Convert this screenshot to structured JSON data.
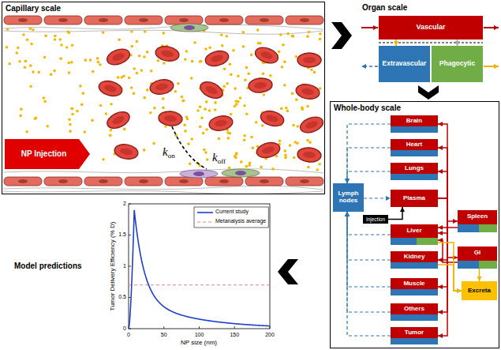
{
  "diagram": {
    "nodes": [
      {
        "text": [
          "Capillary scale"
        ]
      },
      {
        "text": [
          "NP Injection"
        ],
        "in": 0
      },
      {
        "text": [
          "Organ scale"
        ]
      },
      {
        "text": [
          "Vascular"
        ],
        "in": 2
      },
      {
        "text": [
          "Extravascular"
        ],
        "in": 2
      },
      {
        "text": [
          "Phagocytic"
        ],
        "in": 2
      },
      {
        "text": [
          "Whole-body scale"
        ]
      },
      {
        "text": [
          "Brain"
        ],
        "in": 6
      },
      {
        "text": [
          "Heart"
        ],
        "in": 6
      },
      {
        "text": [
          "Lungs"
        ],
        "in": 6
      },
      {
        "text": [
          "Lymph nodes"
        ],
        "in": 6
      },
      {
        "text": [
          "Plasma"
        ],
        "in": 6
      },
      {
        "text": [
          "Injection"
        ],
        "in": 6
      },
      {
        "text": [
          "Spleen"
        ],
        "in": 6
      },
      {
        "text": [
          "Liver"
        ],
        "in": 6
      },
      {
        "text": [
          "GI"
        ],
        "in": 6
      },
      {
        "text": [
          "Kidney"
        ],
        "in": 6
      },
      {
        "text": [
          "Excreta"
        ],
        "in": 6
      },
      {
        "text": [
          "Muscle"
        ],
        "in": 6
      },
      {
        "text": [
          "Others"
        ],
        "in": 6
      },
      {
        "text": [
          "Tumor"
        ],
        "in": 6
      }
    ],
    "edges": [
      {
        "from": 3,
        "to": 4,
        "arrow": "to"
      },
      {
        "from": 3,
        "to": 5,
        "arrow": "to"
      },
      {
        "from": 12,
        "to": 11,
        "arrow": "to"
      },
      {
        "from": 11,
        "to": 7,
        "arrow": "to"
      },
      {
        "from": 11,
        "to": 8,
        "arrow": "to"
      },
      {
        "from": 11,
        "to": 9,
        "arrow": "to"
      },
      {
        "from": 11,
        "to": 13,
        "arrow": "to"
      },
      {
        "from": 11,
        "to": 14,
        "arrow": "to"
      },
      {
        "from": 11,
        "to": 15,
        "arrow": "to"
      },
      {
        "from": 11,
        "to": 16,
        "arrow": "to"
      },
      {
        "from": 11,
        "to": 18,
        "arrow": "to"
      },
      {
        "from": 11,
        "to": 19,
        "arrow": "to"
      },
      {
        "from": 11,
        "to": 20,
        "arrow": "to"
      },
      {
        "from": 13,
        "to": 14,
        "arrow": "to"
      },
      {
        "from": 15,
        "to": 14,
        "arrow": "to"
      },
      {
        "from": 7,
        "to": 10,
        "arrow": "to"
      },
      {
        "from": 8,
        "to": 10,
        "arrow": "to"
      },
      {
        "from": 9,
        "to": 10,
        "arrow": "to"
      },
      {
        "from": 14,
        "to": 10,
        "arrow": "to"
      },
      {
        "from": 16,
        "to": 10,
        "arrow": "to"
      },
      {
        "from": 18,
        "to": 10,
        "arrow": "to"
      },
      {
        "from": 19,
        "to": 10,
        "arrow": "to"
      },
      {
        "from": 20,
        "to": 10,
        "arrow": "to"
      },
      {
        "from": 10,
        "to": 11,
        "arrow": "to"
      },
      {
        "from": 14,
        "to": 17,
        "arrow": "to"
      },
      {
        "from": 16,
        "to": 17,
        "arrow": "to"
      },
      {
        "from": 15,
        "to": 17,
        "arrow": "to"
      }
    ],
    "labels": [
      "kon",
      "koff",
      "Model predictions",
      "Tumor Delivery Efficiency (% D)",
      "0",
      "0.5",
      "1",
      "1.5",
      "2",
      "0",
      "50",
      "100",
      "150",
      "200",
      "NP size (nm)"
    ],
    "legend": [
      {
        "text": "Current study"
      },
      {
        "text": "Metanalysis average"
      }
    ]
  }
}
